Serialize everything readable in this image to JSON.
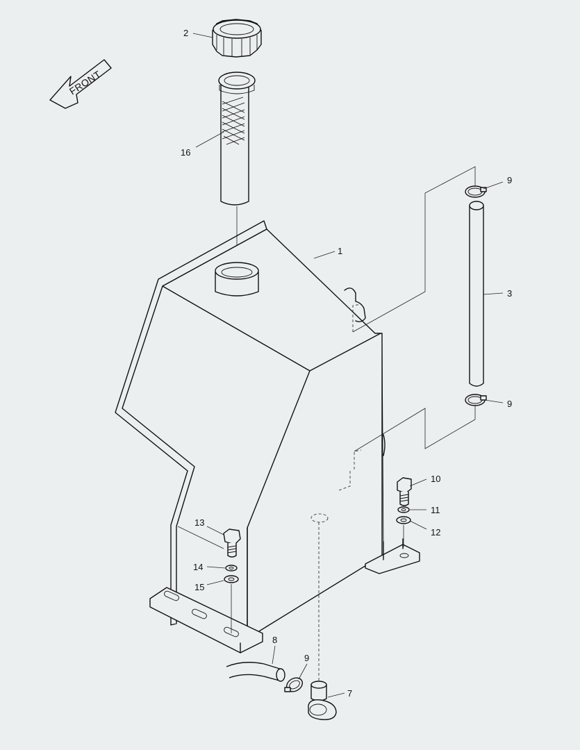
{
  "front_label": "FRONT",
  "callouts": {
    "c1": "1",
    "c2": "2",
    "c3": "3",
    "c7": "7",
    "c8": "8",
    "c9_top": "9",
    "c9_mid": "9",
    "c9_bottom": "9",
    "c10": "10",
    "c11": "11",
    "c12": "12",
    "c13": "13",
    "c14": "14",
    "c15": "15",
    "c16": "16"
  }
}
